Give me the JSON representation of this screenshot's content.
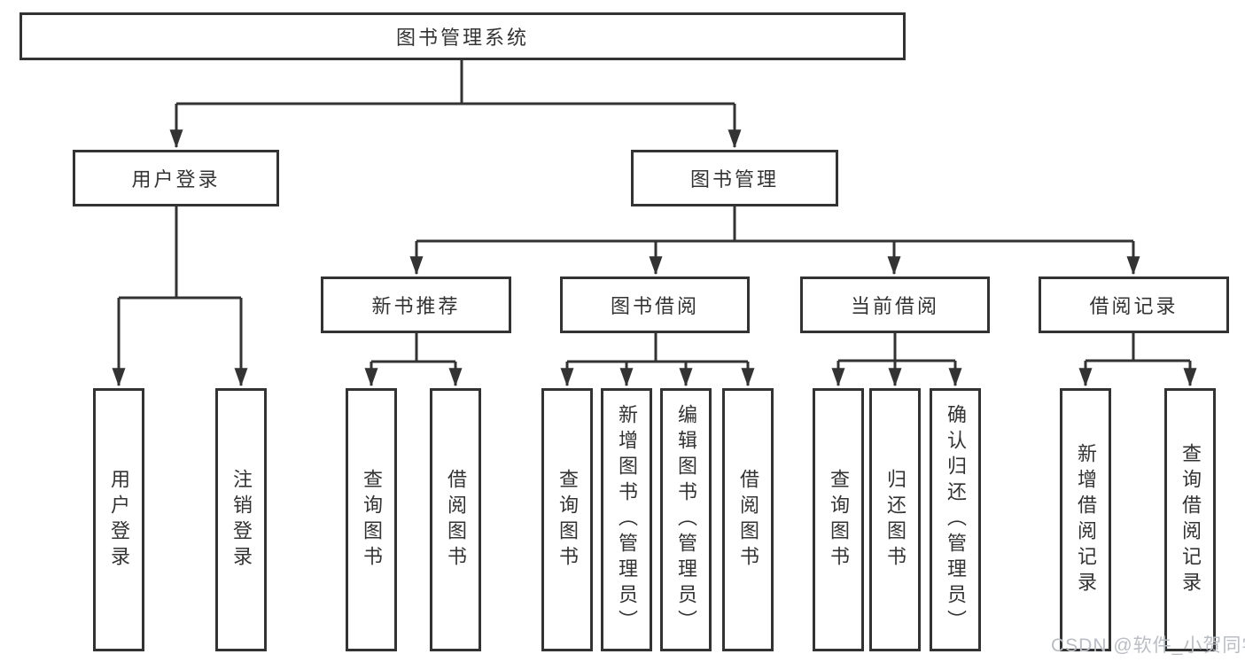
{
  "diagram": {
    "root": {
      "label": "图书管理系统"
    },
    "branches": [
      {
        "label": "用户登录",
        "children": [
          {
            "label": "用户登录"
          },
          {
            "label": "注销登录"
          }
        ]
      },
      {
        "label": "图书管理",
        "children": [
          {
            "label": "新书推荐",
            "children": [
              {
                "label": "查询图书"
              },
              {
                "label": "借阅图书"
              }
            ]
          },
          {
            "label": "图书借阅",
            "children": [
              {
                "label": "查询图书"
              },
              {
                "label": "新增图书（管理员）"
              },
              {
                "label": "编辑图书（管理员）"
              },
              {
                "label": "借阅图书"
              }
            ]
          },
          {
            "label": "当前借阅",
            "children": [
              {
                "label": "查询图书"
              },
              {
                "label": "归还图书"
              },
              {
                "label": "确认归还（管理员）"
              }
            ]
          },
          {
            "label": "借阅记录",
            "children": [
              {
                "label": "新增借阅记录"
              },
              {
                "label": "查询借阅记录"
              }
            ]
          }
        ]
      }
    ],
    "watermark": {
      "text": "CSDN @软件_小贺同学"
    },
    "colors": {
      "line": "#333333",
      "border": "#333333",
      "text": "#333333",
      "watermark": "#b9bdc4",
      "background": "#ffffff"
    }
  }
}
